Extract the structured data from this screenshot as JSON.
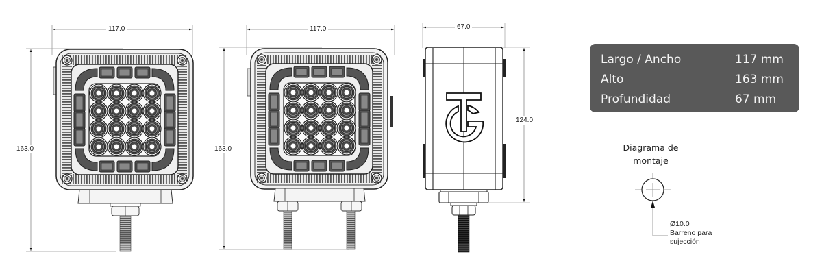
{
  "drawing": {
    "front_view_1": {
      "width_dim": "117.0",
      "height_dim": "163.0",
      "led_grid": {
        "rows": 4,
        "cols": 4
      },
      "mounting_studs": 1
    },
    "front_view_2": {
      "width_dim": "117.0",
      "height_dim": "163.0",
      "led_grid": {
        "rows": 4,
        "cols": 4
      },
      "mounting_studs": 2
    },
    "side_view": {
      "depth_dim": "67.0",
      "body_height_dim": "124.0",
      "logo": "TG-logo"
    }
  },
  "specs": {
    "rows": [
      {
        "label": "Largo / Ancho",
        "value": "117 mm"
      },
      {
        "label": "Alto",
        "value": "163 mm"
      },
      {
        "label": "Profundidad",
        "value": "67 mm"
      }
    ],
    "background": "#595959"
  },
  "mounting": {
    "title_line1": "Diagrama de",
    "title_line2": "montaje",
    "diameter": "Ø10.0",
    "note_line1": "Barreno para",
    "note_line2": "sujección"
  }
}
